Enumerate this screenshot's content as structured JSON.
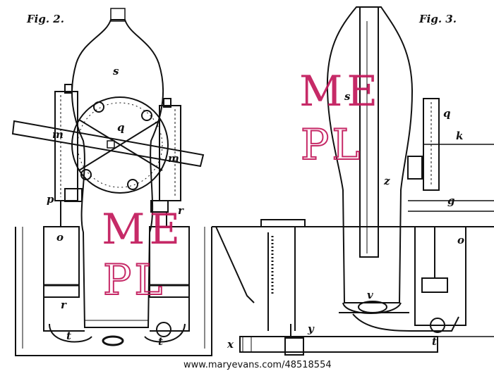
{
  "figures": {
    "fig2": {
      "title": "Fig. 2.",
      "labels": {
        "s": "s",
        "q": "q",
        "m1": "m",
        "m2": "m",
        "p": "p",
        "r1": "r",
        "r2": "r",
        "o": "o",
        "t1": "t",
        "t2": "t"
      }
    },
    "fig3": {
      "title": "Fig. 3.",
      "labels": {
        "s": "s",
        "q": "q",
        "k": "k",
        "z": "z",
        "g": "g",
        "o": "o",
        "v": "v",
        "y": "y",
        "x": "x",
        "t": "t"
      }
    }
  },
  "watermark": {
    "top": "ME",
    "bottom": "PL",
    "color": "#c2185b"
  },
  "credit": "www.maryevans.com/48518554"
}
